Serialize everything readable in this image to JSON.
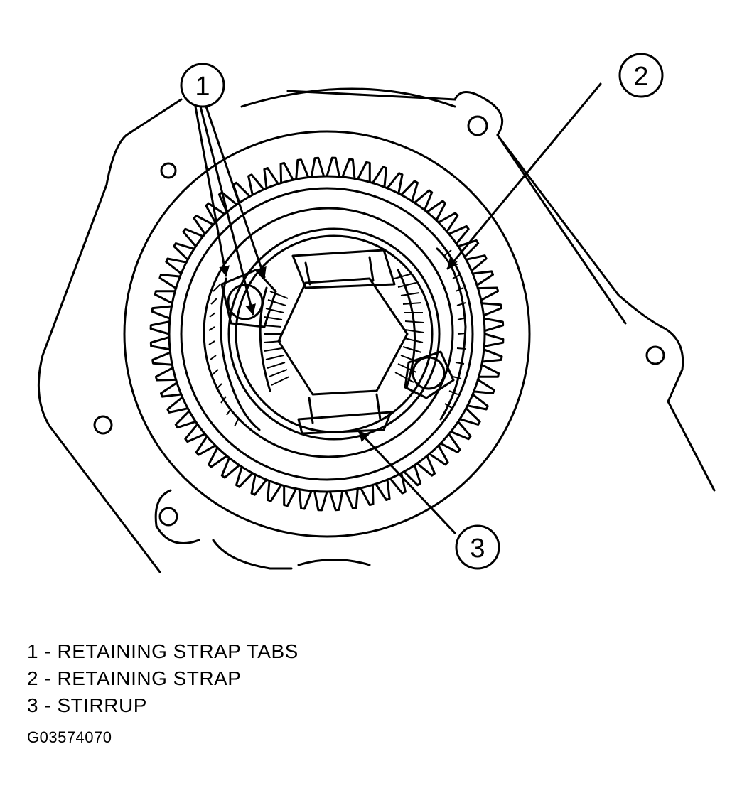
{
  "figure": {
    "callouts": [
      {
        "number": "1"
      },
      {
        "number": "2"
      },
      {
        "number": "3"
      }
    ],
    "legend": [
      {
        "number": "1",
        "separator": " - ",
        "label": "RETAINING STRAP TABS"
      },
      {
        "number": "2",
        "separator": " - ",
        "label": "RETAINING STRAP"
      },
      {
        "number": "3",
        "separator": " - ",
        "label": "STIRRUP"
      }
    ],
    "figure_id": "G03574070",
    "icons": [
      "ring-gear-icon",
      "differential-case-icon",
      "retaining-strap-icon",
      "stirrup-icon"
    ]
  }
}
